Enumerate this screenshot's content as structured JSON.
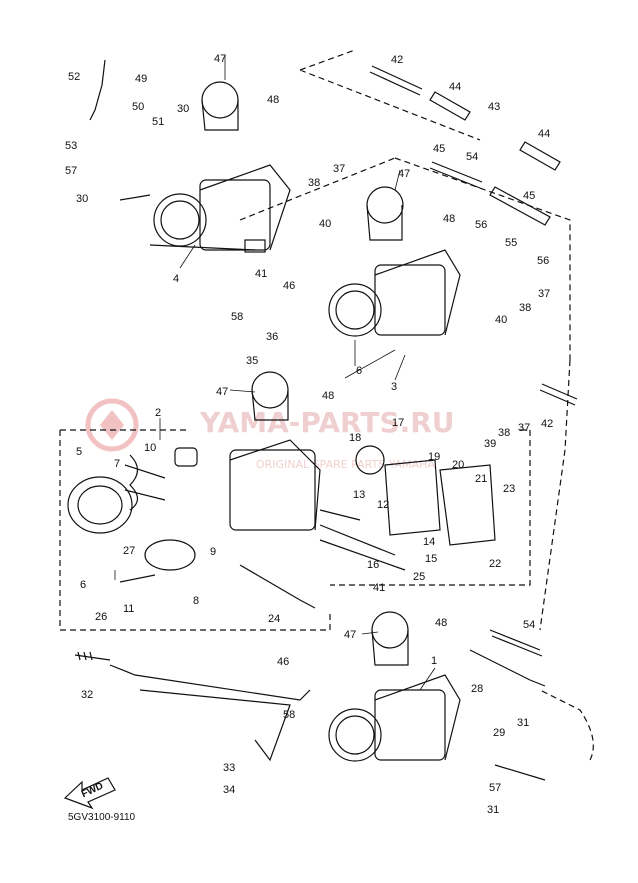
{
  "diagram_code": "5GV3100-9110",
  "fwd_label": "FWD",
  "watermark": {
    "line1": "YAMA-PARTS.RU",
    "line2": "ORIGINAL SPARE PARTS YAMAHA"
  },
  "callouts": {
    "c1": "1",
    "c2": "2",
    "c3": "3",
    "c4": "4",
    "c5": "5",
    "c6": "6",
    "c7": "7",
    "c8": "8",
    "c9": "9",
    "c10": "10",
    "c11": "11",
    "c12": "12",
    "c13": "13",
    "c14": "14",
    "c15": "15",
    "c16": "16",
    "c17": "17",
    "c18": "18",
    "c19": "19",
    "c20": "20",
    "c21": "21",
    "c22": "22",
    "c23": "23",
    "c24": "24",
    "c25": "25",
    "c26": "26",
    "c27": "27",
    "c28": "28",
    "c29": "29",
    "c30": "30",
    "c31": "31",
    "c32": "32",
    "c33": "33",
    "c34": "34",
    "c35": "35",
    "c36": "36",
    "c37": "37",
    "c38": "38",
    "c39": "39",
    "c40": "40",
    "c41": "41",
    "c42": "42",
    "c43": "43",
    "c44": "44",
    "c45": "45",
    "c46": "46",
    "c47": "47",
    "c48": "48",
    "c49": "49",
    "c50": "50",
    "c51": "51",
    "c52": "52",
    "c53": "53",
    "c54": "54",
    "c55": "55",
    "c56": "56",
    "c57": "57",
    "c58": "58"
  },
  "colors": {
    "ink": "#111111",
    "watermark": "#e3a9a9",
    "watermark_logo": "#e98f8f"
  }
}
